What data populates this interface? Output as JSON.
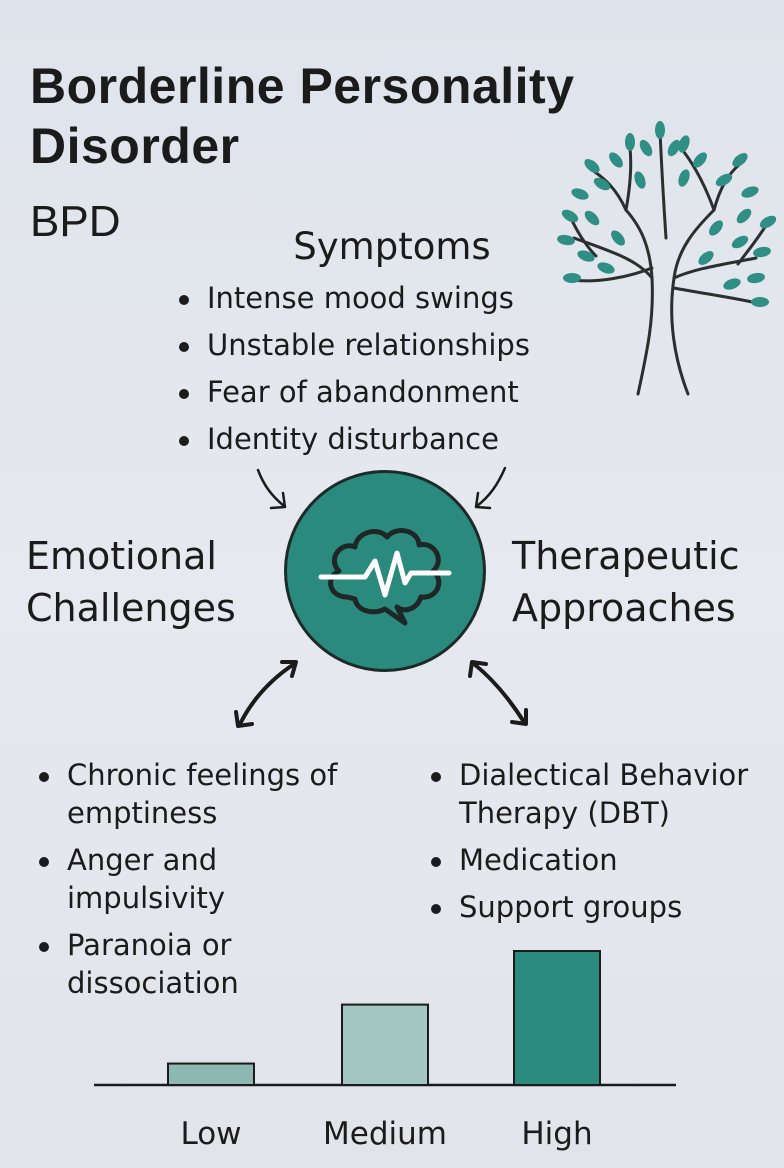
{
  "header": {
    "title": "Borderline Personality Disorder",
    "subtitle": "BPD"
  },
  "symptoms": {
    "heading": "Symptoms",
    "items": [
      "Intense mood swings",
      "Unstable relationships",
      "Fear of abandonment",
      "Identity disturbance"
    ]
  },
  "emotional": {
    "heading_line1": "Emotional",
    "heading_line2": "Challenges",
    "items": [
      "Chronic feelings of emptiness",
      "Anger and impulsivity",
      "Paranoia or dissociation"
    ]
  },
  "therapeutic": {
    "heading_line1": "Therapeutic",
    "heading_line2": "Approaches",
    "items": [
      "Dialectical Behavior Therapy (DBT)",
      "Medication",
      "Support groups"
    ]
  },
  "icons": {
    "center": "brain-heartbeat-icon",
    "decoration": "tree-icon"
  },
  "colors": {
    "accent": "#2a8a7d",
    "bar_low": "#8cb8b1",
    "bar_medium": "#a2c7c1",
    "bar_high": "#2a8a7d"
  },
  "chart_data": {
    "type": "bar",
    "categories": [
      "Low",
      "Medium",
      "High"
    ],
    "values": [
      0.16,
      0.6,
      1.0
    ]
  }
}
